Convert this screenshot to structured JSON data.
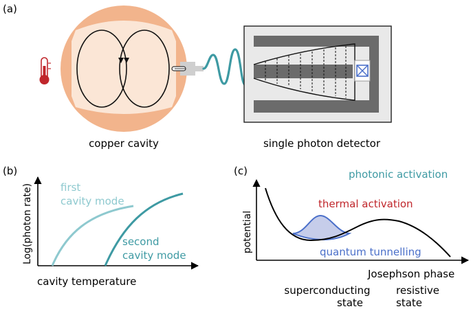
{
  "panels": {
    "a": {
      "tag": "(a)",
      "cavity_label": "copper cavity",
      "detector_label": "single photon detector"
    },
    "b": {
      "tag": "(b)",
      "ylabel": "Log(photon rate)",
      "xlabel": "cavity temperature",
      "curve1_label_l1": "first",
      "curve1_label_l2": "cavity mode",
      "curve2_label_l1": "second",
      "curve2_label_l2": "cavity mode"
    },
    "c": {
      "tag": "(c)",
      "ylabel": "potential",
      "xlabel": "Josephson phase",
      "photonic": "photonic activation",
      "thermal": "thermal activation",
      "quantum": "quantum tunnelling",
      "sc_state_l1": "superconducting",
      "sc_state_l2": "state",
      "res_state_l1": "resistive",
      "res_state_l2": "state"
    }
  },
  "colors": {
    "copper": "#f2b48c",
    "copper_inner": "#fbe6d6",
    "teal": "#3e9aa3",
    "teal_light": "#8ec9cf",
    "red": "#c0262b",
    "blue": "#4a6fc9",
    "blue_fill": "#c6cdea",
    "dark_gray": "#6b6b6b",
    "light_gray": "#e9e9e9"
  },
  "icons": [
    "thermometer-icon",
    "josephson-junction-icon"
  ]
}
